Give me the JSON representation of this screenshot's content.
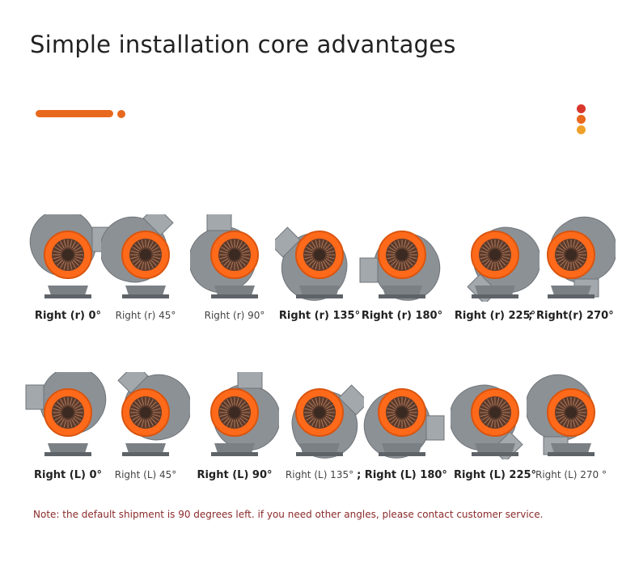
{
  "title": "Simple installation core advantages",
  "note": "Note: the default shipment is 90 degrees left. if you need other angles, please contact customer service.",
  "colors": {
    "accent": "#e8681e",
    "dot1": "#d9372b",
    "dot2": "#e8681e",
    "dot3": "#f0a12a",
    "housing": "#8c9196",
    "ring": "#ff6a1a"
  },
  "row_right": [
    {
      "label": "Right (r) 0°",
      "bold": true,
      "rotation": 0
    },
    {
      "label": "Right (r) 45°",
      "bold": false,
      "rotation": 45
    },
    {
      "label": "Right (r) 90°",
      "bold": false,
      "rotation": 90
    },
    {
      "label": "Right (r) 135°",
      "bold": true,
      "rotation": 135
    },
    {
      "label": "Right (r) 180°",
      "bold": true,
      "rotation": 180
    },
    {
      "label": "Right (r) 225°",
      "bold": true,
      "rotation": 225
    },
    {
      "label": "; Right(r) 270°",
      "bold": true,
      "rotation": 270
    }
  ],
  "row_left": [
    {
      "label": "Right (L) 0°",
      "bold": true,
      "rotation": 0
    },
    {
      "label": "Right (L) 45°",
      "bold": false,
      "rotation": 45
    },
    {
      "label": "Right (L) 90°",
      "bold": true,
      "rotation": 90
    },
    {
      "label": "Right (L) 135°",
      "bold": false,
      "rotation": 135
    },
    {
      "label": "; Right (L) 180°",
      "bold": true,
      "rotation": 180
    },
    {
      "label": "Right (L) 225°",
      "bold": true,
      "rotation": 225
    },
    {
      "label": "Right (L) 270 °",
      "bold": false,
      "rotation": 270
    }
  ]
}
